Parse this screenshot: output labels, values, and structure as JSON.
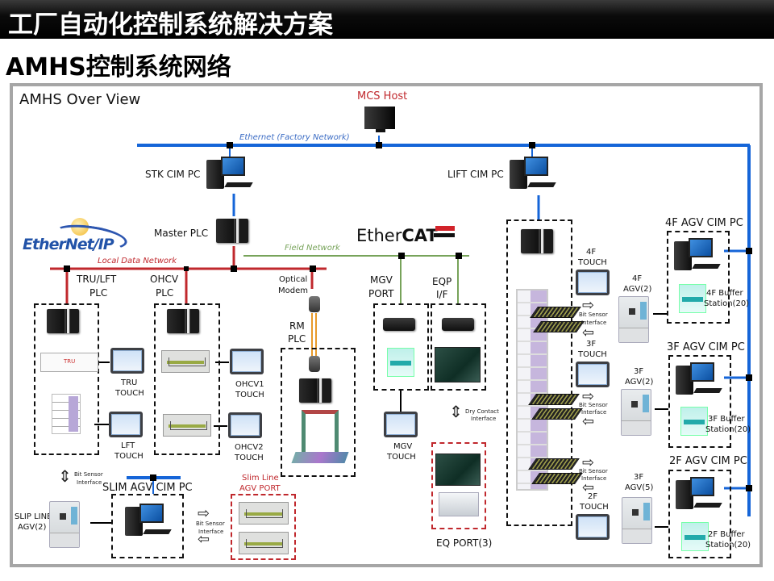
{
  "header": {
    "title": "工厂自动化控制系统解决方案",
    "subtitle": "AMHS控制系统网络"
  },
  "diagram": {
    "title": "AMHS Over View",
    "colors": {
      "ethernet": "#1565d8",
      "local_data": "#c0282d",
      "field": "#77a35a",
      "mcs_label": "#c0282d"
    },
    "networks": {
      "ethernet": "Ethernet (Factory Network)",
      "field": "Field Network",
      "local_data": "Local Data Network"
    },
    "logos": {
      "ethernet_ip": "EtherNet/IP",
      "ethercat_prefix": "Ether",
      "ethercat_suffix": "CAT"
    },
    "nodes": {
      "mcs_host": "MCS Host",
      "stk_cim_pc": "STK CIM PC",
      "lift_cim_pc": "LIFT CIM PC",
      "master_plc": "Master PLC",
      "tru_lft_plc": [
        "TRU/LFT",
        "PLC"
      ],
      "ohcv_plc": [
        "OHCV",
        "PLC"
      ],
      "optical_modem": [
        "Optical",
        "Modem"
      ],
      "rm_plc": [
        "RM",
        "PLC"
      ],
      "mgv_port": [
        "MGV",
        "PORT"
      ],
      "eqp_if": [
        "EQP",
        "I/F"
      ],
      "tru_label": "TRU",
      "tru_touch": [
        "TRU",
        "TOUCH"
      ],
      "lft_touch": [
        "LFT",
        "TOUCH"
      ],
      "ohcv1_touch": [
        "OHCV1",
        "TOUCH"
      ],
      "ohcv2_touch": [
        "OHCV2",
        "TOUCH"
      ],
      "mgv_touch": [
        "MGV",
        "TOUCH"
      ],
      "dry_contact": [
        "Dry Contact",
        "Interface"
      ],
      "eq_port": "EQ PORT(3)",
      "slim_agv_cim_pc": "SLIM AGV CIM PC",
      "slip_line_agv": [
        "SLIP LINE",
        "AGV(2)"
      ],
      "slim_line_port": [
        "Slim Line",
        "AGV PORT"
      ],
      "bit_sensor": [
        "Bit Sensor",
        "Interface"
      ],
      "touch_4f": [
        "4F",
        "TOUCH"
      ],
      "touch_3f": [
        "3F",
        "TOUCH"
      ],
      "touch_2f": [
        "2F",
        "TOUCH"
      ],
      "agv_4f": [
        "4F",
        "AGV(2)"
      ],
      "agv_3f": [
        "3F",
        "AGV(2)"
      ],
      "agv_2f": [
        "3F",
        "AGV(5)"
      ],
      "cim_4f": "4F AGV CIM PC",
      "cim_3f": "3F AGV CIM PC",
      "cim_2f": "2F AGV CIM PC",
      "buffer_4f": [
        "4F Buffer",
        "Station(20)"
      ],
      "buffer_3f": [
        "3F Buffer",
        "Station(20)"
      ],
      "buffer_2f": [
        "2F Buffer",
        "Station(20)"
      ]
    }
  }
}
